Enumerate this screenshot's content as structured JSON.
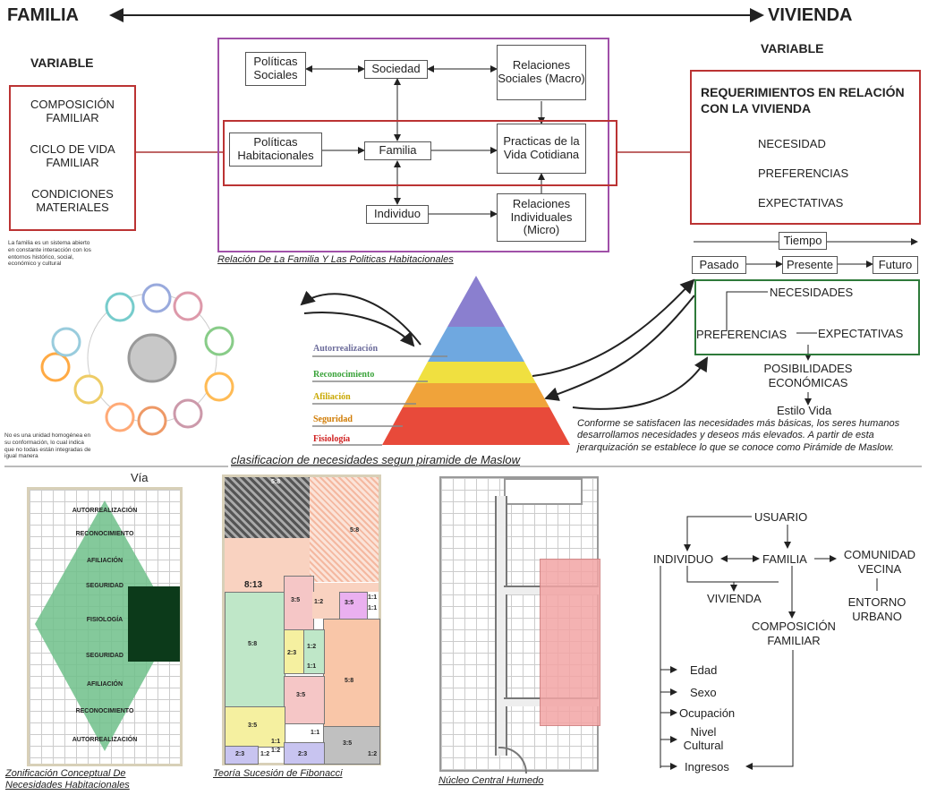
{
  "header": {
    "left": "FAMILIA",
    "right": "VIVIENDA"
  },
  "left_var": {
    "title": "VARIABLE",
    "items": [
      "COMPOSICIÓN FAMILIAR",
      "CICLO DE VIDA FAMILIAR",
      "CONDICIONES MATERIALES"
    ]
  },
  "right_var": {
    "title": "VARIABLE",
    "heading": "REQUERIMIENTOS EN RELACIÓN CON LA VIVIENDA",
    "items": [
      "NECESIDAD",
      "PREFERENCIAS",
      "EXPECTATIVAS"
    ]
  },
  "center": {
    "caption": "Relación De La Familia Y Las Politicas Habitacionales",
    "politicas_sociales": "Políticas Sociales",
    "sociedad": "Sociedad",
    "relaciones_sociales": "Relaciones Sociales (Macro)",
    "politicas_hab": "Políticas Habitacionales",
    "familia": "Familia",
    "practicas": "Practicas de la Vida Cotidiana",
    "individuo": "Individuo",
    "relaciones_ind": "Relaciones Individuales (Micro)"
  },
  "time": {
    "tiempo": "Tiempo",
    "pasado": "Pasado",
    "presente": "Presente",
    "futuro": "Futuro"
  },
  "needs": {
    "necesidades": "NECESIDADES",
    "preferencias": "PREFERENCIAS",
    "expectativas": "EXPECTATIVAS",
    "posibilidades": "POSIBILIDADES ECONÓMICAS",
    "estilo": "Estilo Vida"
  },
  "maslow": {
    "caption": "clasificacion de necesidades segun piramide de Maslow",
    "levels": [
      "Autorrealización",
      "Reconocimiento",
      "Afiliación",
      "Seguridad",
      "Fisiología"
    ],
    "colors": [
      "#8a7fcf",
      "#6fa8e0",
      "#e6de3a",
      "#f0a33a",
      "#e84a3a"
    ],
    "label_colors": [
      "#6b6b9a",
      "#3aa33a",
      "#c9a800",
      "#d07a00",
      "#d02020"
    ],
    "text": "Conforme se satisfacen las necesidades más básicas, los seres humanos desarrollamos necesidades y deseos más elevados. A partir de esta jerarquización se establece lo que se conoce como Pirámide de Maslow."
  },
  "family_graphic": {
    "intro": "La familia es un sistema abierto en constante interacción con los entornos histórico, social, económico y cultural",
    "outro": "No es una unidad homogénea en su conformación, lo cual indica que no todas están integradas de igual manera"
  },
  "zonificacion": {
    "via": "Vía",
    "bands": [
      "AUTORREALIZACIÓN",
      "RECONOCIMIENTO",
      "AFILIACIÓN",
      "SEGURIDAD",
      "FISIOLOGÍA",
      "SEGURIDAD",
      "AFILIACIÓN",
      "RECONOCIMIENTO",
      "AUTORREALIZACIÓN"
    ],
    "caption": "Zonificación Conceptual De Necesidades Habitacionales"
  },
  "fibonacci": {
    "caption": "Teoría Sucesión de Fibonacci",
    "labels": [
      "5:8",
      "5:8",
      "8:13",
      "5:8",
      "3:5",
      "1:2",
      "3:5",
      "1:1",
      "1:1",
      "2:3",
      "1:2",
      "1:1",
      "3:5",
      "5:8",
      "3:5",
      "1:2",
      "2:3",
      "1:2",
      "1:1",
      "1:1",
      "2:3",
      "3:5",
      "1:2"
    ]
  },
  "nucleo": {
    "caption": "Núcleo Central Humedo"
  },
  "usuario": {
    "usuario": "USUARIO",
    "individuo": "INDIVIDUO",
    "familia": "FAMILIA",
    "comunidad": "COMUNIDAD VECINA",
    "vivienda": "VIVIENDA",
    "entorno": "ENTORNO URBANO",
    "composicion": "COMPOSICIÓN FAMILIAR",
    "items": [
      "Edad",
      "Sexo",
      "Ocupación",
      "Nivel Cultural",
      "Ingresos"
    ]
  }
}
